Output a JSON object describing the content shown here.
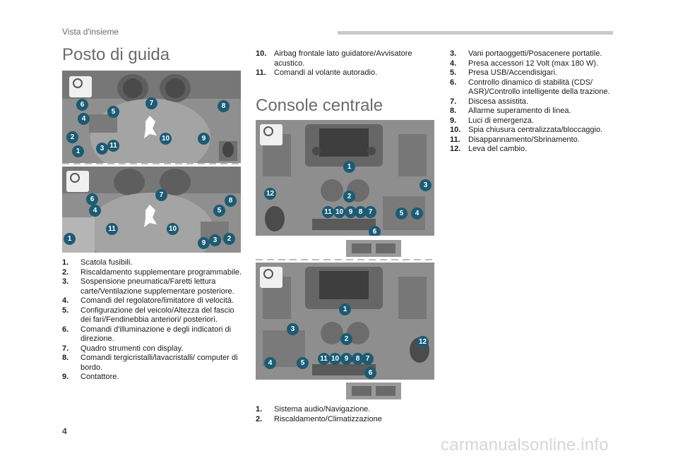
{
  "header": {
    "section": "Vista d'insieme"
  },
  "left": {
    "title": "Posto di guida",
    "items": [
      {
        "num": "1.",
        "text": "Scatola fusibili."
      },
      {
        "num": "2.",
        "text": "Riscaldamento supplementare programmabile."
      },
      {
        "num": "3.",
        "text": "Sospensione pneumatica/Faretti lettura carte/Ventilazione supplementare posteriore."
      },
      {
        "num": "4.",
        "text": "Comandi del regolatore/limitatore di velocità."
      },
      {
        "num": "5.",
        "text": "Configurazione del veicolo/Altezza del fascio dei fari/Fendinebbia anteriori/ posteriori."
      },
      {
        "num": "6.",
        "text": "Comandi d'illuminazione e degli indicatori di direzione."
      },
      {
        "num": "7.",
        "text": "Quadro strumenti con display."
      },
      {
        "num": "8.",
        "text": "Comandi tergicristalli/lavacristalli/ computer di bordo."
      },
      {
        "num": "9.",
        "text": "Contattore."
      }
    ],
    "photo1_callouts": [
      "6",
      "5",
      "7",
      "8",
      "4",
      "2",
      "10",
      "9",
      "1",
      "3",
      "11"
    ],
    "photo2_callouts": [
      "7",
      "6",
      "8",
      "4",
      "5",
      "11",
      "10",
      "1",
      "9",
      "3",
      "2"
    ]
  },
  "middle": {
    "top_items": [
      {
        "num": "10.",
        "text": "Airbag frontale lato guidatore/Avvisatore acustico."
      },
      {
        "num": "11.",
        "text": "Comandi al volante autoradio."
      }
    ],
    "title": "Console centrale",
    "items": [
      {
        "num": "1.",
        "text": "Sistema audio/Navigazione."
      },
      {
        "num": "2.",
        "text": "Riscaldamento/Climatizzazione"
      }
    ],
    "photo1_callouts": [
      "1",
      "12",
      "3",
      "2",
      "11",
      "10",
      "9",
      "8",
      "7",
      "5",
      "4",
      "6"
    ],
    "photo2_callouts": [
      "1",
      "3",
      "2",
      "12",
      "4",
      "5",
      "11",
      "10",
      "9",
      "8",
      "7",
      "6"
    ]
  },
  "right": {
    "items": [
      {
        "num": "3.",
        "text": "Vani portaoggetti/Posacenere portatile."
      },
      {
        "num": "4.",
        "text": "Presa accessori 12 Volt (max 180 W)."
      },
      {
        "num": "5.",
        "text": "Presa USB/Accendisigari."
      },
      {
        "num": "6.",
        "text": "Controllo dinamico di stabilità (CDS/ ASR)/Controllo intelligente della trazione."
      },
      {
        "num": "7.",
        "text": "Discesa assistita."
      },
      {
        "num": "8.",
        "text": "Allarme superamento di linea."
      },
      {
        "num": "9.",
        "text": "Luci di emergenza."
      },
      {
        "num": "10.",
        "text": "Spia chiusura centralizzata/bloccaggio."
      },
      {
        "num": "11.",
        "text": "Disappannamento/Sbrinamento."
      },
      {
        "num": "12.",
        "text": "Leva del cambio."
      }
    ]
  },
  "footer": {
    "page": "4",
    "watermark": "carmanualsonline.info"
  },
  "colors": {
    "callout": "#1c5b73",
    "photo_bg": "#9a9a9a",
    "heading": "#6b6b6b"
  }
}
